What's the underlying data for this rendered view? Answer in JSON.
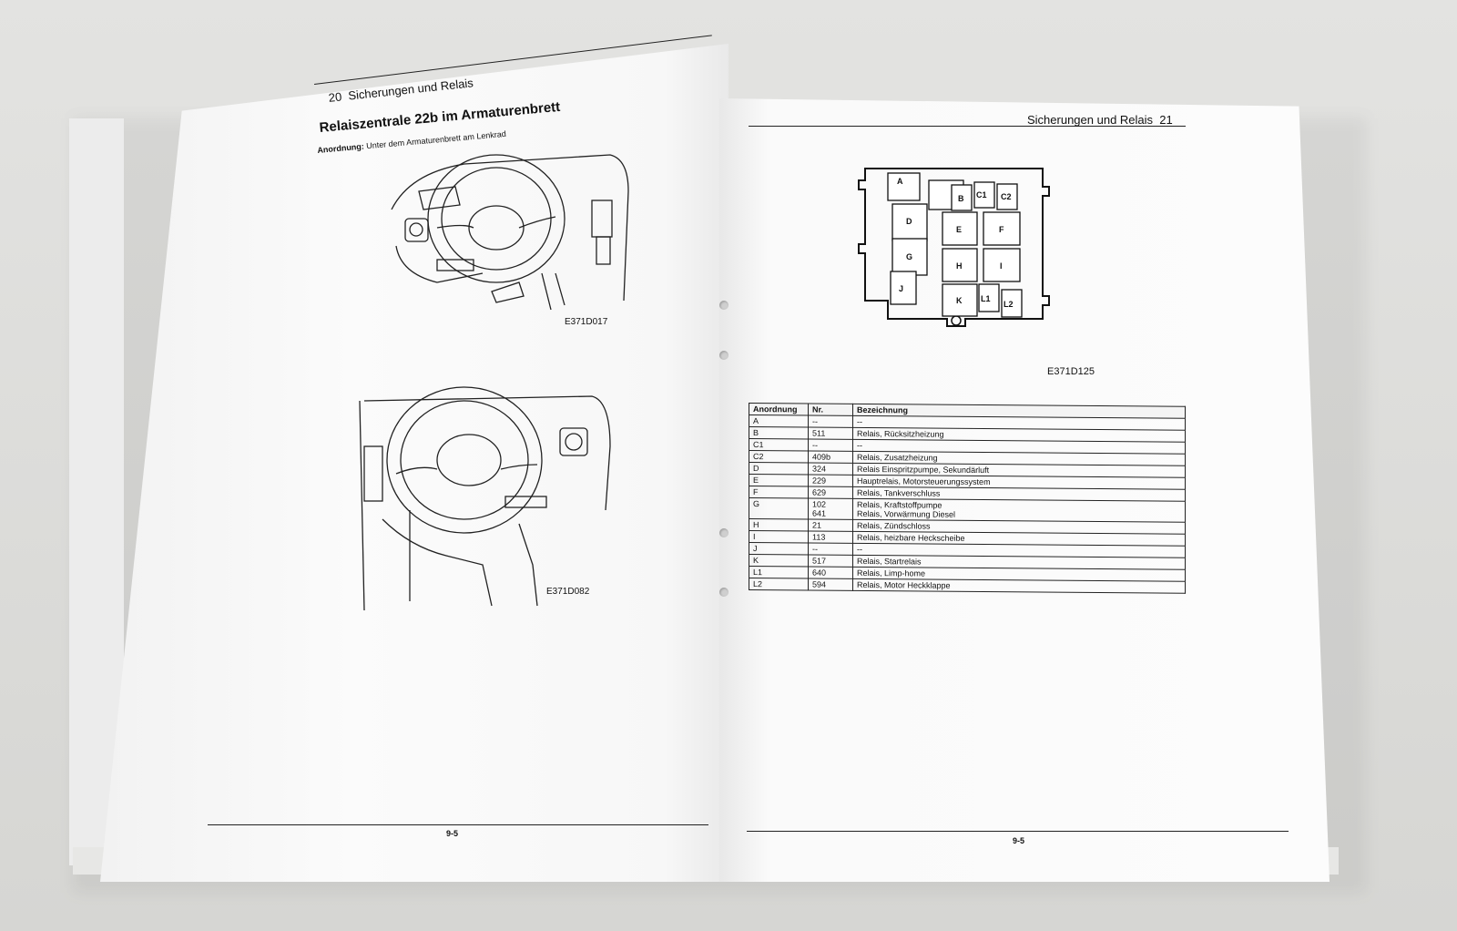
{
  "left_page": {
    "header": {
      "number": "20",
      "section": "Sicherungen und Relais"
    },
    "title": "Relaiszentrale 22b im Armaturenbrett",
    "location_label": "Anordnung:",
    "location_text": "Unter dem Armaturenbrett am Lenkrad",
    "figure1_code": "E371D017",
    "figure2_code": "E371D082",
    "footer": "9-5"
  },
  "right_page": {
    "header": {
      "section": "Sicherungen und Relais",
      "number": "21"
    },
    "figure_code": "E371D125",
    "box_labels": [
      "A",
      "B",
      "C1",
      "C2",
      "D",
      "E",
      "F",
      "G",
      "H",
      "I",
      "J",
      "K",
      "L1",
      "L2"
    ],
    "table": {
      "headers": [
        "Anordnung",
        "Nr.",
        "Bezeichnung"
      ],
      "rows": [
        [
          "A",
          "--",
          "--"
        ],
        [
          "B",
          "511",
          "Relais, Rücksitzheizung"
        ],
        [
          "C1",
          "--",
          "--"
        ],
        [
          "C2",
          "409b",
          "Relais, Zusatzheizung"
        ],
        [
          "D",
          "324",
          "Relais Einspritzpumpe, Sekundärluft"
        ],
        [
          "E",
          "229",
          "Hauptrelais, Motorsteuerungssystem"
        ],
        [
          "F",
          "629",
          "Relais, Tankverschluss"
        ],
        [
          "G",
          "102\n641",
          "Relais, Kraftstoffpumpe\nRelais, Vorwärmung Diesel"
        ],
        [
          "H",
          "21",
          "Relais, Zündschloss"
        ],
        [
          "I",
          "113",
          "Relais, heizbare Heckscheibe"
        ],
        [
          "J",
          "--",
          "--"
        ],
        [
          "K",
          "517",
          "Relais, Startrelais"
        ],
        [
          "L1",
          "640",
          "Relais, Limp-home"
        ],
        [
          "L2",
          "594",
          "Relais, Motor Heckklappe"
        ]
      ]
    },
    "footer": "9-5"
  }
}
